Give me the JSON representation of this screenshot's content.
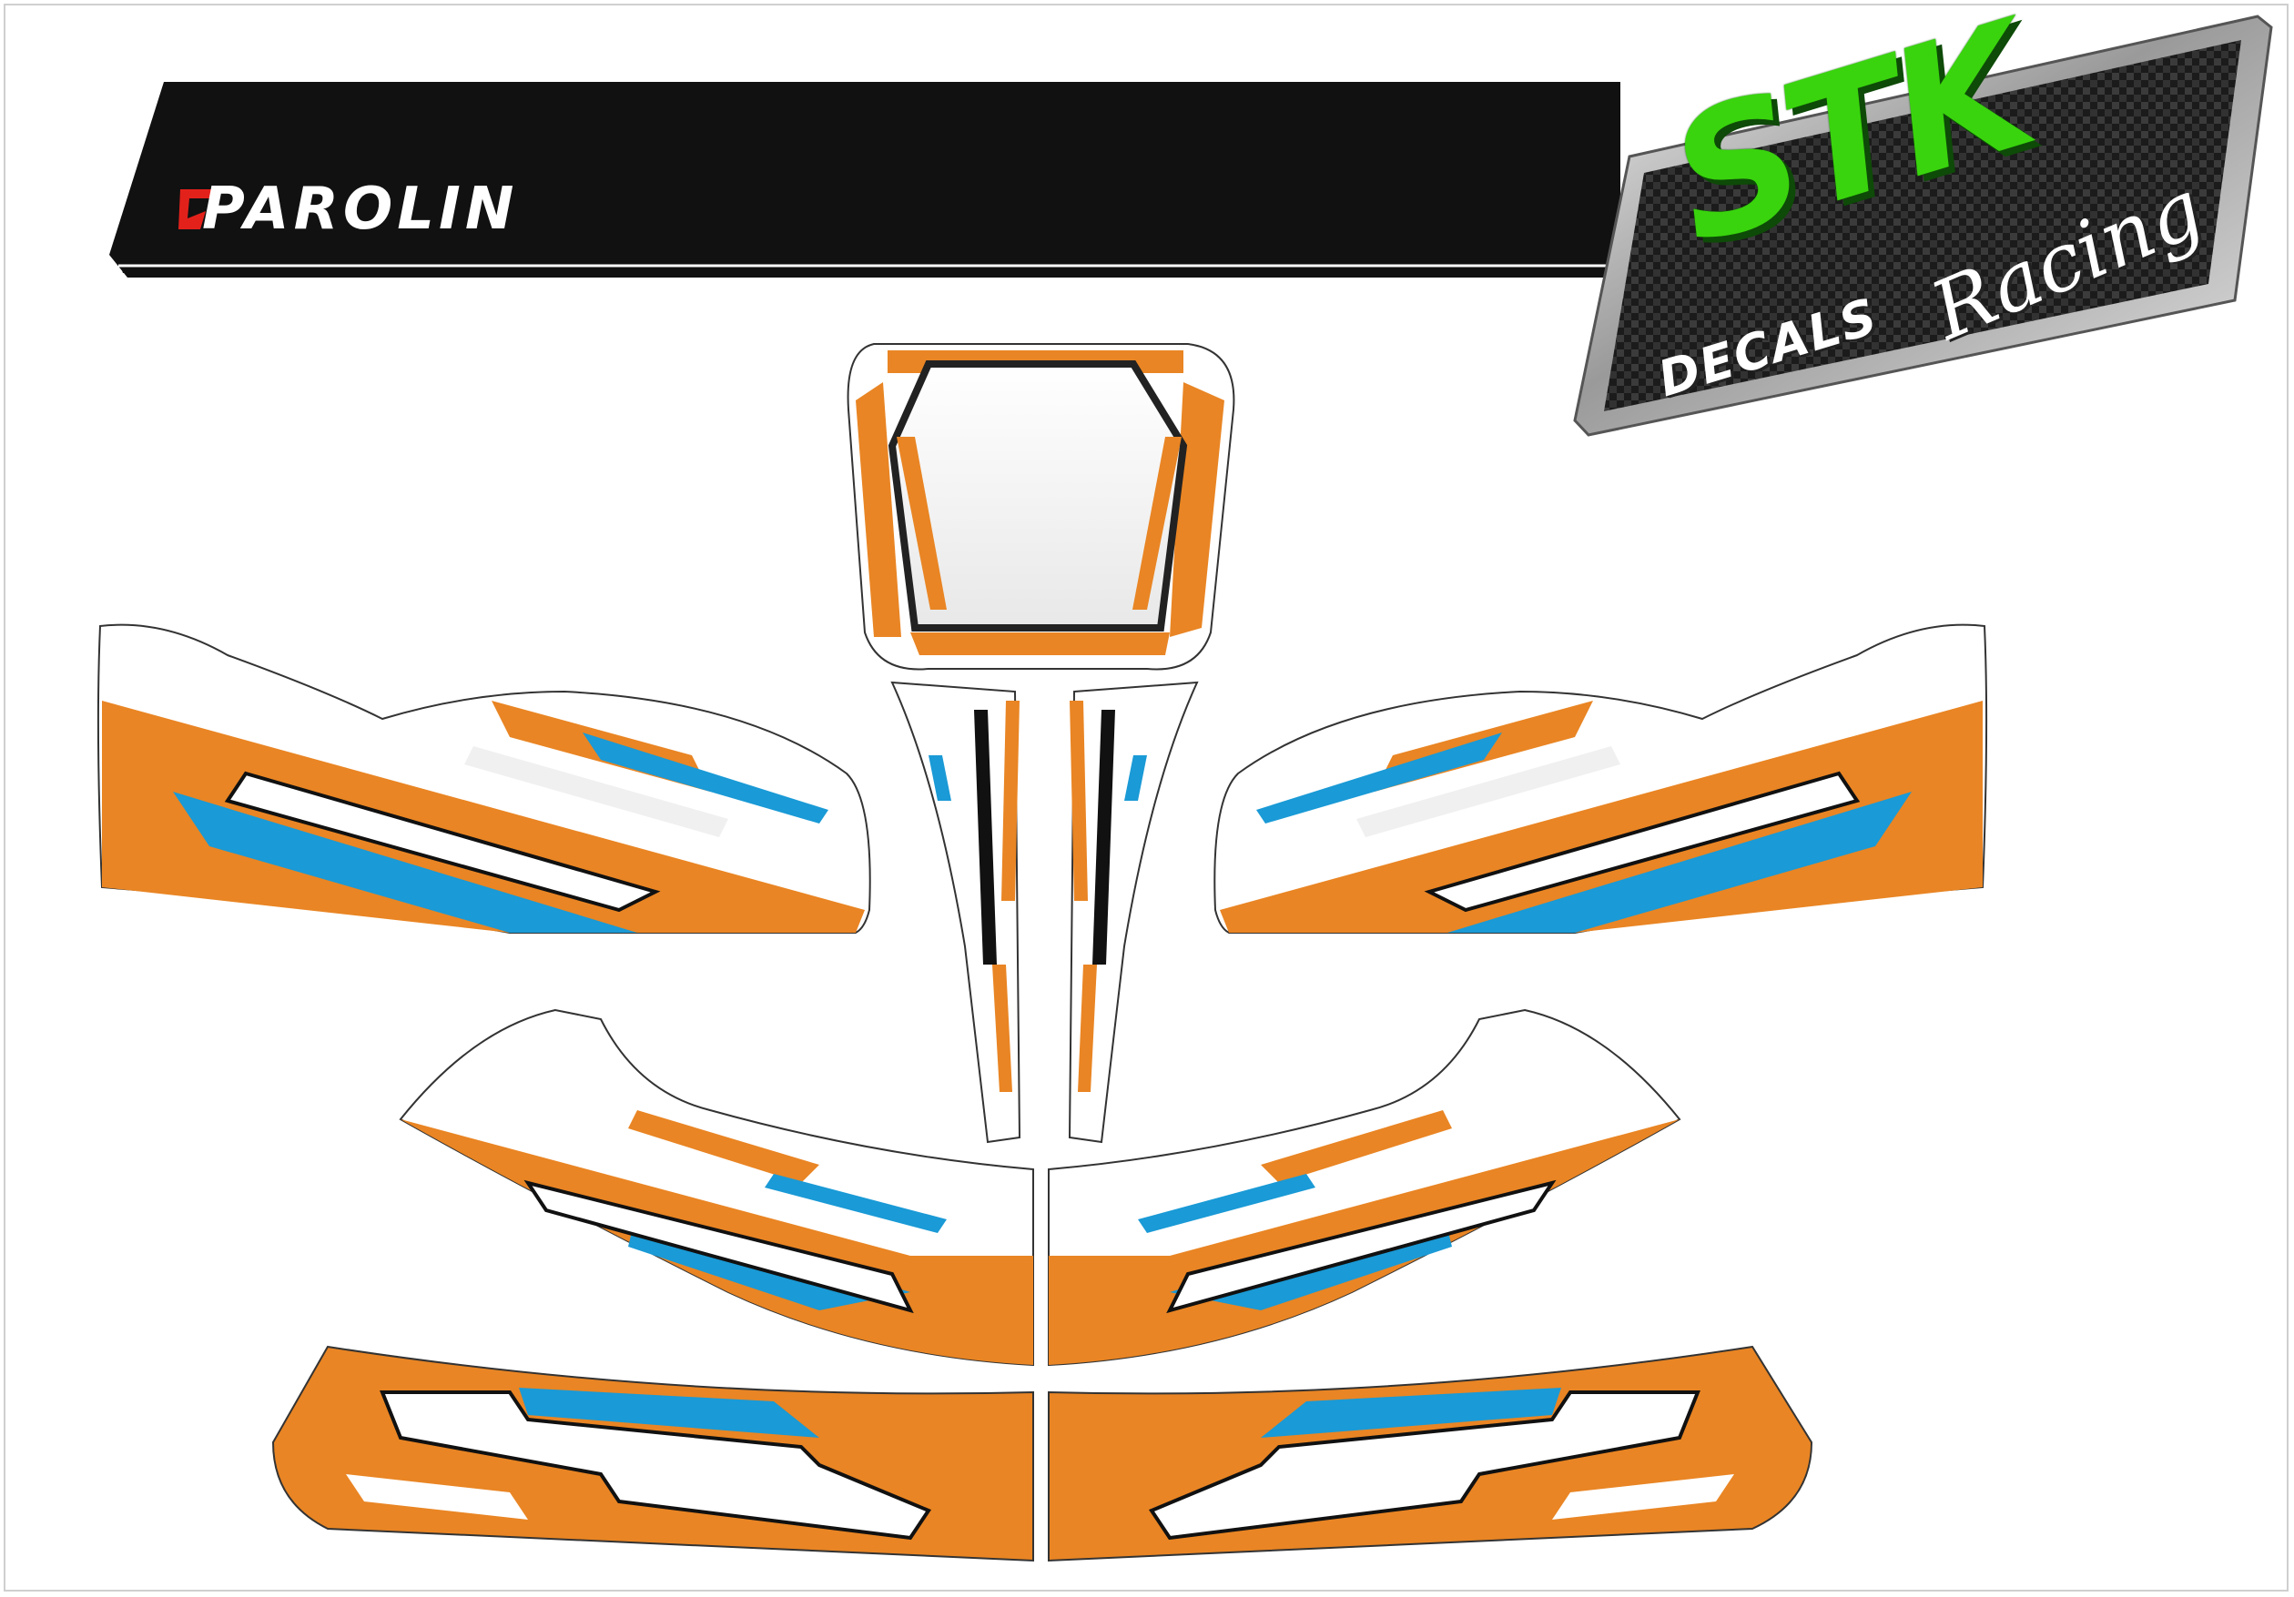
{
  "brand": {
    "name": "PAROLIN",
    "logo_color": "#e3211b"
  },
  "badge": {
    "title": "STK",
    "subtitle": "DECALS",
    "script": "Racing",
    "title_color": "#39d40d"
  },
  "palette": {
    "orange": "#e98524",
    "blue": "#1a9ad6",
    "white": "#ffffff",
    "black": "#101010",
    "outline": "#3a3a3a"
  },
  "parts": [
    "nose-panel",
    "left-sidepod",
    "right-sidepod",
    "fork-left",
    "fork-right",
    "front-bumper-left",
    "front-bumper-right",
    "rear-bumper-left",
    "rear-bumper-right"
  ]
}
